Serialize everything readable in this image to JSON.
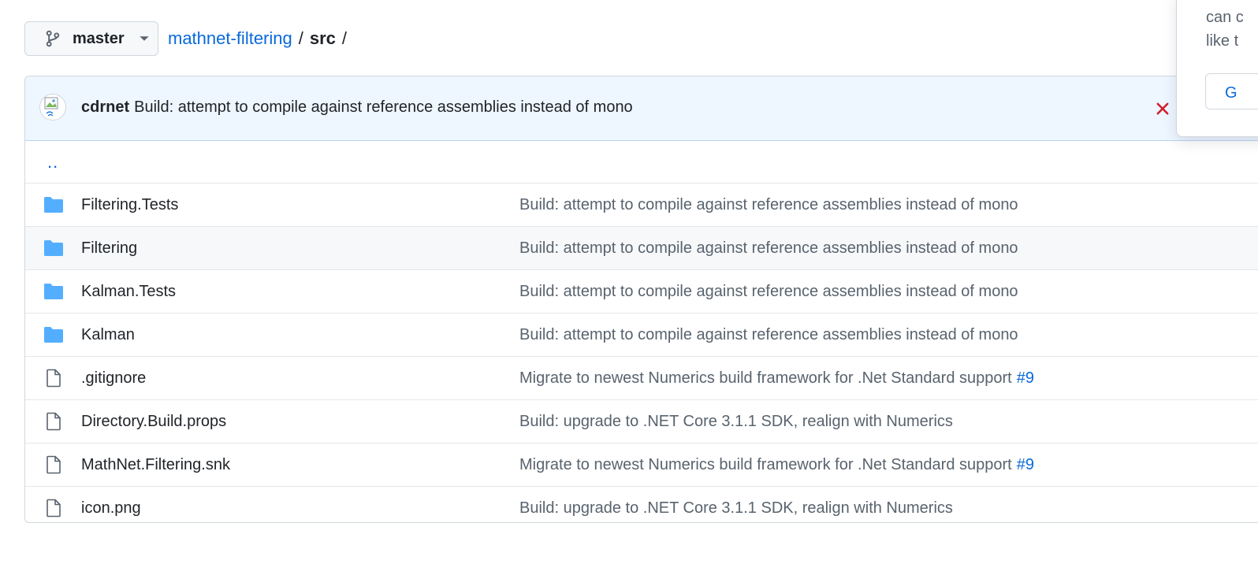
{
  "branch": {
    "name": "master"
  },
  "breadcrumb": {
    "repo": "mathnet-filtering",
    "separator": "/",
    "path": "src",
    "trailing": "/"
  },
  "latest_commit": {
    "author": "cdrnet",
    "message": "Build: attempt to compile against reference assemblies instead of mono",
    "status": "failed"
  },
  "updir": {
    "label": ".."
  },
  "files": [
    {
      "type": "folder",
      "name": "Filtering.Tests",
      "message": "Build: attempt to compile against reference assemblies instead of mono",
      "pr": ""
    },
    {
      "type": "folder",
      "name": "Filtering",
      "message": "Build: attempt to compile against reference assemblies instead of mono",
      "pr": ""
    },
    {
      "type": "folder",
      "name": "Kalman.Tests",
      "message": "Build: attempt to compile against reference assemblies instead of mono",
      "pr": ""
    },
    {
      "type": "folder",
      "name": "Kalman",
      "message": "Build: attempt to compile against reference assemblies instead of mono",
      "pr": ""
    },
    {
      "type": "file",
      "name": ".gitignore",
      "message": "Migrate to newest Numerics build framework for .Net Standard support",
      "pr": "#9"
    },
    {
      "type": "file",
      "name": "Directory.Build.props",
      "message": "Build: upgrade to .NET Core 3.1.1 SDK, realign with Numerics",
      "pr": ""
    },
    {
      "type": "file",
      "name": "MathNet.Filtering.snk",
      "message": "Migrate to newest Numerics build framework for .Net Standard support",
      "pr": "#9"
    },
    {
      "type": "file",
      "name": "icon.png",
      "message": "Build: upgrade to .NET Core 3.1.1 SDK, realign with Numerics",
      "pr": ""
    }
  ],
  "popover": {
    "line1": "can c",
    "line2": "like t",
    "button": "G"
  },
  "colors": {
    "link": "#0969da",
    "folder": "#54aeff",
    "commit_bg": "#eef6ff",
    "fail": "#cf222e"
  },
  "icons": {
    "branch": "git-branch-icon",
    "caret": "caret-down-icon",
    "folder": "folder-icon",
    "file": "file-icon",
    "fail": "x-icon"
  }
}
